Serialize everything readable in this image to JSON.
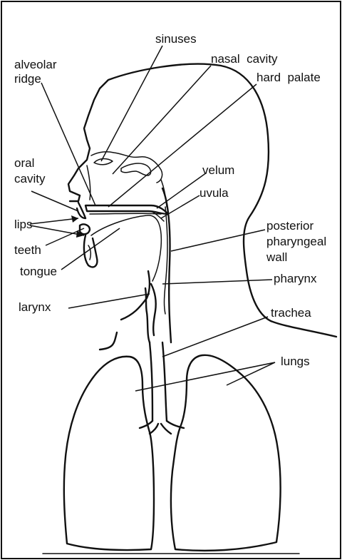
{
  "labels": {
    "sinuses": "sinuses",
    "nasal_cavity": "nasal  cavity",
    "alveolar_1": "alveolar",
    "alveolar_2": "ridge",
    "hard_palate": "hard  palate",
    "oral_1": "oral",
    "oral_2": "cavity",
    "velum": "velum",
    "uvula": "uvula",
    "lips": "lips",
    "posterior_1": "posterior",
    "posterior_2": "pharyngeal",
    "posterior_3": "wall",
    "teeth": "teeth",
    "tongue": "tongue",
    "pharynx": "pharynx",
    "larynx": "larynx",
    "trachea": "trachea",
    "lungs": "lungs"
  }
}
